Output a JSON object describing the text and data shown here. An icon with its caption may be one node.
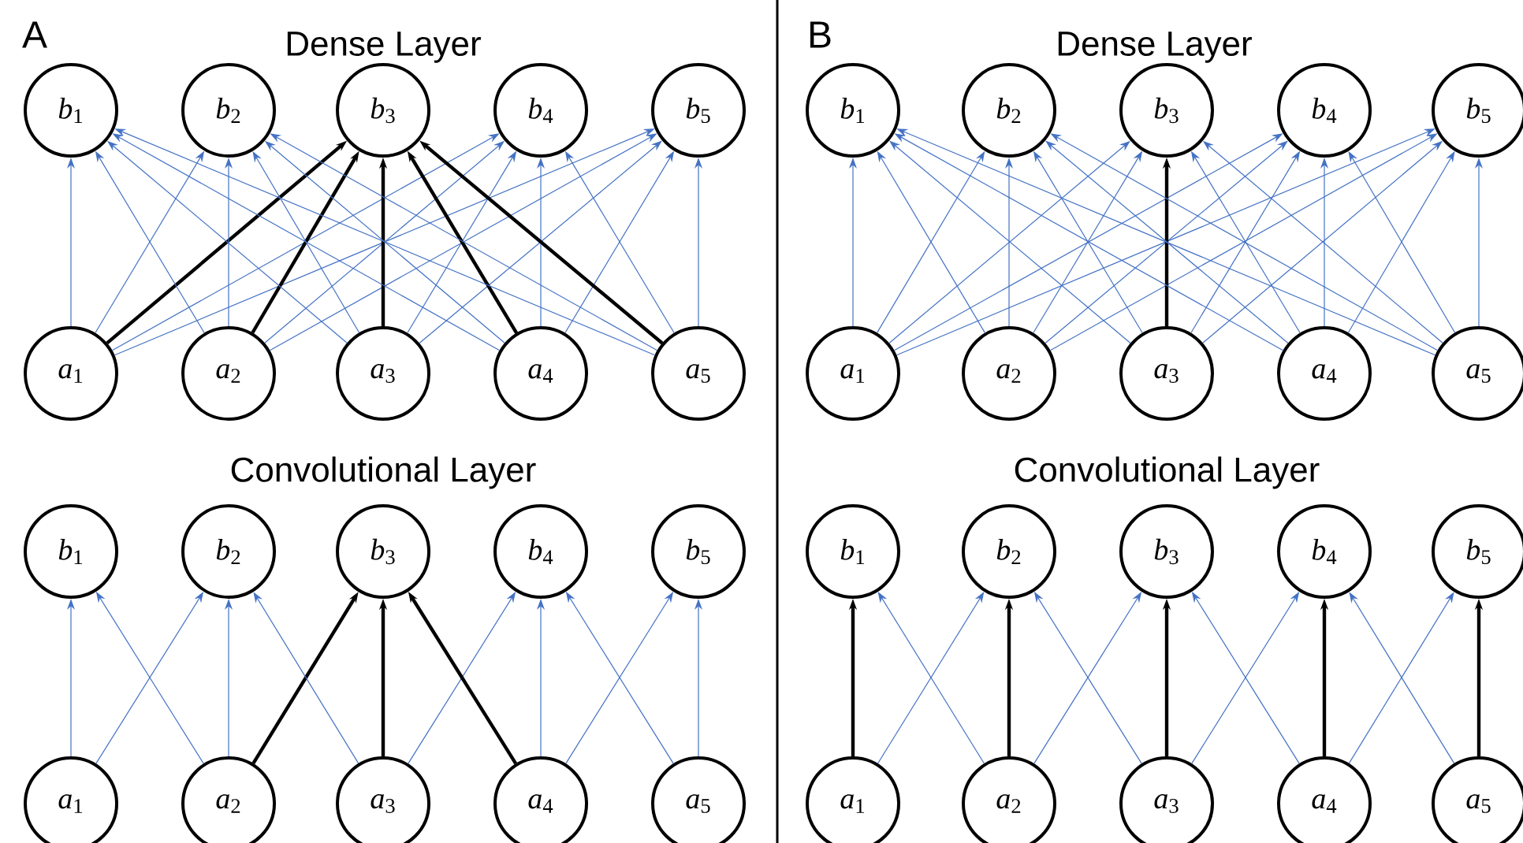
{
  "diagram": {
    "nodes": [
      {
        "text": [
          "*b*$_{1}$"
        ]
      },
      {
        "text": [
          "*b*$_{2}$"
        ]
      },
      {
        "text": [
          "*b*$_{3}$"
        ]
      },
      {
        "text": [
          "*b*$_{4}$"
        ]
      },
      {
        "text": [
          "*b*$_{5}$"
        ]
      },
      {
        "text": [
          "*a*$_{1}$"
        ]
      },
      {
        "text": [
          "*a*$_{2}$"
        ]
      },
      {
        "text": [
          "*a*$_{3}$"
        ]
      },
      {
        "text": [
          "*a*$_{4}$"
        ]
      },
      {
        "text": [
          "*a*$_{5}$"
        ]
      },
      {
        "text": [
          "*b*$_{1}$"
        ]
      },
      {
        "text": [
          "*b*$_{2}$"
        ]
      },
      {
        "text": [
          "*b*$_{3}$"
        ]
      },
      {
        "text": [
          "*b*$_{4}$"
        ]
      },
      {
        "text": [
          "*b*$_{5}$"
        ]
      },
      {
        "text": [
          "*a*$_{1}$"
        ]
      },
      {
        "text": [
          "*a*$_{2}$"
        ]
      },
      {
        "text": [
          "*a*$_{3}$"
        ]
      },
      {
        "text": [
          "*a*$_{4}$"
        ]
      },
      {
        "text": [
          "*a*$_{5}$"
        ]
      },
      {
        "text": [
          "*b*$_{1}$"
        ]
      },
      {
        "text": [
          "*b*$_{2}$"
        ]
      },
      {
        "text": [
          "*b*$_{3}$"
        ]
      },
      {
        "text": [
          "*b*$_{4}$"
        ]
      },
      {
        "text": [
          "*b*$_{5}$"
        ]
      },
      {
        "text": [
          "*a*$_{1}$"
        ]
      },
      {
        "text": [
          "*a*$_{2}$"
        ]
      },
      {
        "text": [
          "*a*$_{3}$"
        ]
      },
      {
        "text": [
          "*a*$_{4}$"
        ]
      },
      {
        "text": [
          "*a*$_{5}$"
        ]
      },
      {
        "text": [
          "*b*$_{1}$"
        ]
      },
      {
        "text": [
          "*b*$_{2}$"
        ]
      },
      {
        "text": [
          "*b*$_{3}$"
        ]
      },
      {
        "text": [
          "*b*$_{4}$"
        ]
      },
      {
        "text": [
          "*b*$_{5}$"
        ]
      },
      {
        "text": [
          "*a*$_{1}$"
        ]
      },
      {
        "text": [
          "*a*$_{2}$"
        ]
      },
      {
        "text": [
          "*a*$_{3}$"
        ]
      },
      {
        "text": [
          "*a*$_{4}$"
        ]
      },
      {
        "text": [
          "*a*$_{5}$"
        ]
      }
    ],
    "edges": [
      {
        "from": 5,
        "to": 0,
        "arrow": "to"
      },
      {
        "from": 5,
        "to": 1,
        "arrow": "to"
      },
      {
        "from": 5,
        "to": 2,
        "arrow": "to",
        "style": "thick",
        "color": "#000000"
      },
      {
        "from": 5,
        "to": 3,
        "arrow": "to"
      },
      {
        "from": 5,
        "to": 4,
        "arrow": "to"
      },
      {
        "from": 6,
        "to": 0,
        "arrow": "to"
      },
      {
        "from": 6,
        "to": 1,
        "arrow": "to"
      },
      {
        "from": 6,
        "to": 2,
        "arrow": "to",
        "style": "thick",
        "color": "#000000"
      },
      {
        "from": 6,
        "to": 3,
        "arrow": "to"
      },
      {
        "from": 6,
        "to": 4,
        "arrow": "to"
      },
      {
        "from": 7,
        "to": 0,
        "arrow": "to"
      },
      {
        "from": 7,
        "to": 1,
        "arrow": "to"
      },
      {
        "from": 7,
        "to": 2,
        "arrow": "to",
        "style": "thick",
        "color": "#000000"
      },
      {
        "from": 7,
        "to": 3,
        "arrow": "to"
      },
      {
        "from": 7,
        "to": 4,
        "arrow": "to"
      },
      {
        "from": 8,
        "to": 0,
        "arrow": "to"
      },
      {
        "from": 8,
        "to": 1,
        "arrow": "to"
      },
      {
        "from": 8,
        "to": 2,
        "arrow": "to",
        "style": "thick",
        "color": "#000000"
      },
      {
        "from": 8,
        "to": 3,
        "arrow": "to"
      },
      {
        "from": 8,
        "to": 4,
        "arrow": "to"
      },
      {
        "from": 9,
        "to": 0,
        "arrow": "to"
      },
      {
        "from": 9,
        "to": 1,
        "arrow": "to"
      },
      {
        "from": 9,
        "to": 2,
        "arrow": "to",
        "style": "thick",
        "color": "#000000"
      },
      {
        "from": 9,
        "to": 3,
        "arrow": "to"
      },
      {
        "from": 9,
        "to": 4,
        "arrow": "to"
      },
      {
        "from": 15,
        "to": 10,
        "arrow": "to"
      },
      {
        "from": 15,
        "to": 11,
        "arrow": "to"
      },
      {
        "from": 16,
        "to": 10,
        "arrow": "to"
      },
      {
        "from": 16,
        "to": 11,
        "arrow": "to"
      },
      {
        "from": 16,
        "to": 12,
        "arrow": "to",
        "style": "thick",
        "color": "#000000"
      },
      {
        "from": 17,
        "to": 11,
        "arrow": "to"
      },
      {
        "from": 17,
        "to": 12,
        "arrow": "to",
        "style": "thick",
        "color": "#000000"
      },
      {
        "from": 17,
        "to": 13,
        "arrow": "to"
      },
      {
        "from": 18,
        "to": 12,
        "arrow": "to",
        "style": "thick",
        "color": "#000000"
      },
      {
        "from": 18,
        "to": 13,
        "arrow": "to"
      },
      {
        "from": 18,
        "to": 14,
        "arrow": "to"
      },
      {
        "from": 19,
        "to": 13,
        "arrow": "to"
      },
      {
        "from": 19,
        "to": 14,
        "arrow": "to"
      },
      {
        "from": 25,
        "to": 20,
        "arrow": "to"
      },
      {
        "from": 25,
        "to": 21,
        "arrow": "to"
      },
      {
        "from": 25,
        "to": 22,
        "arrow": "to"
      },
      {
        "from": 25,
        "to": 23,
        "arrow": "to"
      },
      {
        "from": 25,
        "to": 24,
        "arrow": "to"
      },
      {
        "from": 26,
        "to": 20,
        "arrow": "to"
      },
      {
        "from": 26,
        "to": 21,
        "arrow": "to"
      },
      {
        "from": 26,
        "to": 22,
        "arrow": "to"
      },
      {
        "from": 26,
        "to": 23,
        "arrow": "to"
      },
      {
        "from": 26,
        "to": 24,
        "arrow": "to"
      },
      {
        "from": 27,
        "to": 20,
        "arrow": "to"
      },
      {
        "from": 27,
        "to": 21,
        "arrow": "to"
      },
      {
        "from": 27,
        "to": 22,
        "arrow": "to",
        "style": "thick",
        "color": "#000000"
      },
      {
        "from": 27,
        "to": 23,
        "arrow": "to"
      },
      {
        "from": 27,
        "to": 24,
        "arrow": "to"
      },
      {
        "from": 28,
        "to": 20,
        "arrow": "to"
      },
      {
        "from": 28,
        "to": 21,
        "arrow": "to"
      },
      {
        "from": 28,
        "to": 22,
        "arrow": "to"
      },
      {
        "from": 28,
        "to": 23,
        "arrow": "to"
      },
      {
        "from": 28,
        "to": 24,
        "arrow": "to"
      },
      {
        "from": 29,
        "to": 20,
        "arrow": "to"
      },
      {
        "from": 29,
        "to": 21,
        "arrow": "to"
      },
      {
        "from": 29,
        "to": 22,
        "arrow": "to"
      },
      {
        "from": 29,
        "to": 23,
        "arrow": "to"
      },
      {
        "from": 29,
        "to": 24,
        "arrow": "to"
      },
      {
        "from": 35,
        "to": 30,
        "arrow": "to",
        "style": "thick",
        "color": "#000000"
      },
      {
        "from": 35,
        "to": 31,
        "arrow": "to"
      },
      {
        "from": 36,
        "to": 30,
        "arrow": "to"
      },
      {
        "from": 36,
        "to": 31,
        "arrow": "to",
        "style": "thick",
        "color": "#000000"
      },
      {
        "from": 36,
        "to": 32,
        "arrow": "to"
      },
      {
        "from": 37,
        "to": 31,
        "arrow": "to"
      },
      {
        "from": 37,
        "to": 32,
        "arrow": "to",
        "style": "thick",
        "color": "#000000"
      },
      {
        "from": 37,
        "to": 33,
        "arrow": "to"
      },
      {
        "from": 38,
        "to": 32,
        "arrow": "to"
      },
      {
        "from": 38,
        "to": 33,
        "arrow": "to",
        "style": "thick",
        "color": "#000000"
      },
      {
        "from": 38,
        "to": 34,
        "arrow": "to"
      },
      {
        "from": 39,
        "to": 33,
        "arrow": "to"
      },
      {
        "from": 39,
        "to": 34,
        "arrow": "to",
        "style": "thick",
        "color": "#000000"
      }
    ],
    "labels": [
      "A",
      "Dense Layer",
      "B",
      "Dense Layer",
      "Convolutional Layer",
      "Convolutional Layer"
    ]
  }
}
